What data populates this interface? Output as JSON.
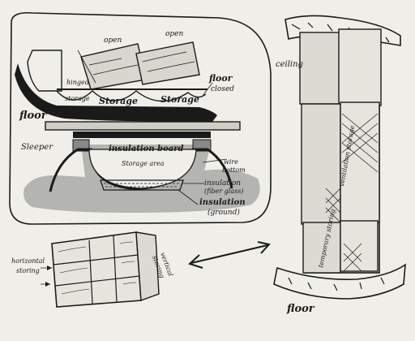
{
  "labels": {
    "open_1": "open",
    "open_2": "open",
    "hinged": "hinged",
    "storage_1": "storage",
    "storage_2": "Storage",
    "storage_3": "Storage",
    "floor_closed_1": "floor",
    "floor_closed_2": "closed",
    "floor_left": "floor",
    "sleeper": "Sleeper",
    "insulation_board": "insulation board",
    "storage_area": "Storage area",
    "wire_bottom_1": "wire",
    "wire_bottom_2": "bottom",
    "insulation_fiber_1": "insulation",
    "insulation_fiber_2": "(fiber glass)",
    "insulation_ground_1": "insulation",
    "insulation_ground_2": "(ground)",
    "horizontal_storing_1": "horizontal",
    "horizontal_storing_2": "storing",
    "vertical_storing_1": "vertical",
    "vertical_storing_2": "storing",
    "ceiling": "ceiling",
    "ventilation_storage": "ventilation storage",
    "temporary_storing": "temporary storing",
    "floor_bottom": "floor"
  },
  "colors": {
    "ink": "#1a1a1a",
    "wash": "#a9a9a6",
    "paper": "#efeee9"
  }
}
